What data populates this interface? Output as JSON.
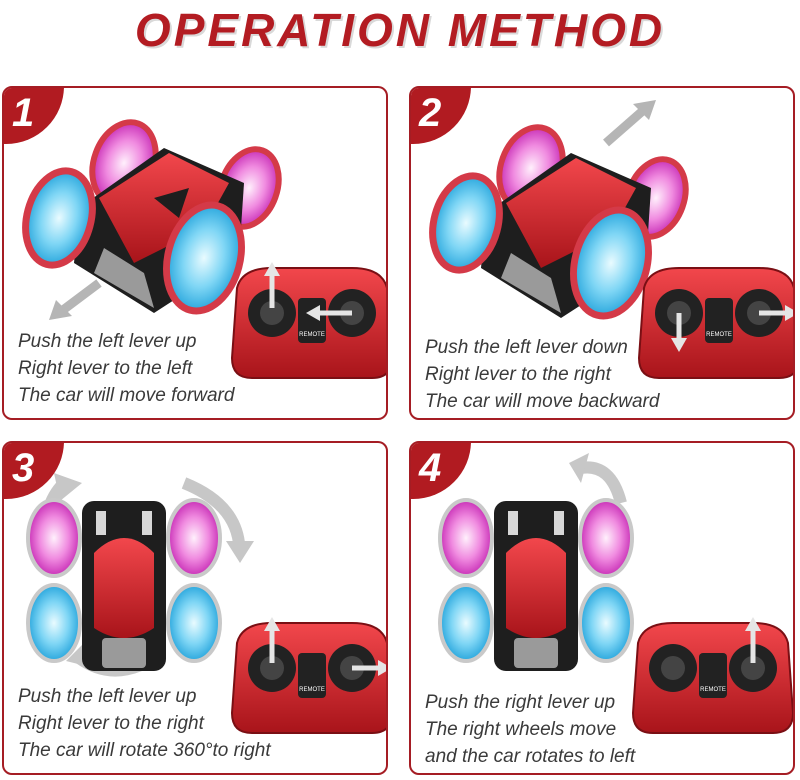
{
  "title": "OPERATION METHOD",
  "colors": {
    "accent": "#b11b21",
    "border": "#a51d24",
    "car_red": "#d6262c",
    "wheel_blue": "#5ac8f0",
    "wheel_pink": "#e86ad0",
    "arrow_gray": "#b5b5b5"
  },
  "remote_label": "REMOTE",
  "steps": [
    {
      "number": "1",
      "lines": [
        "Push the left lever up",
        "Right lever to the left",
        "The car will move forward"
      ]
    },
    {
      "number": "2",
      "lines": [
        "Push the left lever down",
        "Right lever to the right",
        "The car will move backward"
      ]
    },
    {
      "number": "3",
      "lines": [
        "Push the left lever up",
        "Right lever to the right",
        "The car will rotate 360°to right"
      ]
    },
    {
      "number": "4",
      "lines": [
        "Push the right lever up",
        "The right wheels move",
        "and the car rotates to left"
      ]
    }
  ]
}
